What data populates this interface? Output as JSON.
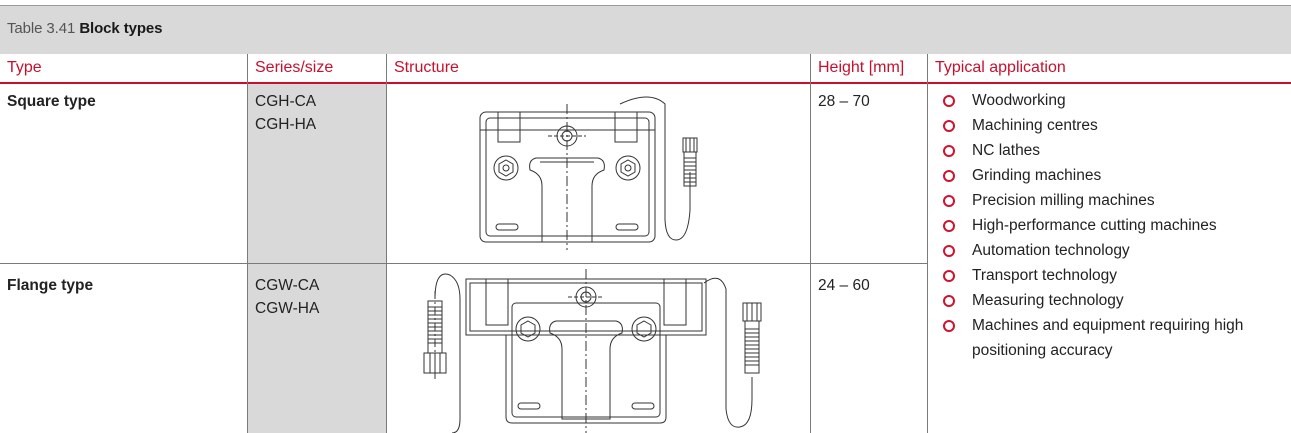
{
  "table": {
    "number": "Table 3.41",
    "title": "Block types"
  },
  "headers": {
    "type": "Type",
    "series": "Series/size",
    "structure": "Structure",
    "height": "Height [mm]",
    "application": "Typical application"
  },
  "rows": [
    {
      "type": "Square type",
      "series_1": "CGH-CA",
      "series_2": "CGH-HA",
      "height": "28 – 70",
      "drawing_icon": "square-block-drawing"
    },
    {
      "type": "Flange type",
      "series_1": "CGW-CA",
      "series_2": "CGW-HA",
      "height": "24 – 60",
      "drawing_icon": "flange-block-drawing"
    }
  ],
  "applications": [
    "Woodworking",
    "Machining centres",
    "NC lathes",
    "Grinding machines",
    "Precision milling machines",
    "High-performance cutting machines",
    "Automation technology",
    "Transport technology",
    "Measuring technology",
    "Machines and equipment requiring high positioning accuracy"
  ],
  "colors": {
    "accent": "#c8102e",
    "header_band": "#d9d9d9",
    "shaded_column": "#d9d9d9",
    "rule": "#7a7a7a"
  }
}
